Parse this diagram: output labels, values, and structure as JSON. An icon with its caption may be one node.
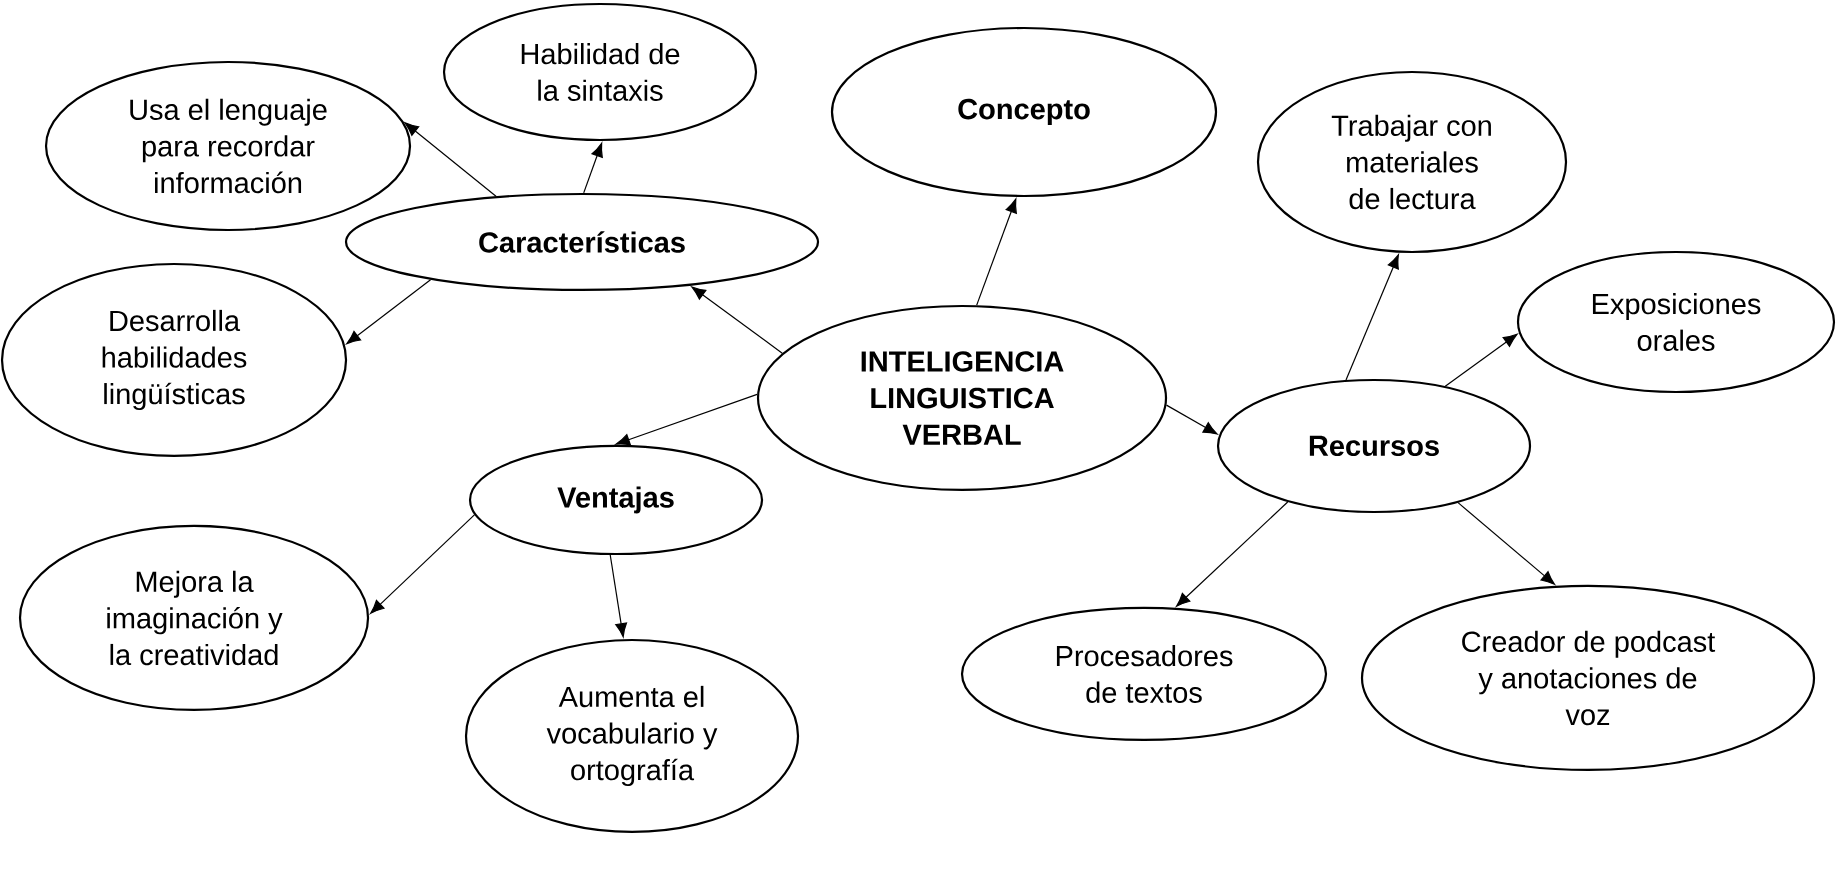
{
  "diagram": {
    "nodes": [
      {
        "text": [
          "INTELIGENCIA LINGUISTICA VERBAL"
        ]
      },
      {
        "text": [
          "Concepto"
        ]
      },
      {
        "text": [
          "Características"
        ]
      },
      {
        "text": [
          "Habilidad de la sintaxis"
        ]
      },
      {
        "text": [
          "Usa el lenguaje para recordar información"
        ]
      },
      {
        "text": [
          "Desarrolla habilidades lingüísticas"
        ]
      },
      {
        "text": [
          "Ventajas"
        ]
      },
      {
        "text": [
          "Mejora la imaginación y la creatividad"
        ]
      },
      {
        "text": [
          "Aumenta el vocabulario y ortografía"
        ]
      },
      {
        "text": [
          "Recursos"
        ]
      },
      {
        "text": [
          "Trabajar con materiales de lectura"
        ]
      },
      {
        "text": [
          "Exposiciones orales"
        ]
      },
      {
        "text": [
          "Procesadores de textos"
        ]
      },
      {
        "text": [
          "Creador de podcast y anotaciones de voz"
        ]
      }
    ],
    "edges": [
      {
        "from": 0,
        "to": 1,
        "arrow": "to"
      },
      {
        "from": 0,
        "to": 2,
        "arrow": "to"
      },
      {
        "from": 2,
        "to": 3,
        "arrow": "to"
      },
      {
        "from": 2,
        "to": 4,
        "arrow": "to"
      },
      {
        "from": 2,
        "to": 5,
        "arrow": "to"
      },
      {
        "from": 0,
        "to": 6,
        "arrow": "to"
      },
      {
        "from": 6,
        "to": 7,
        "arrow": "to"
      },
      {
        "from": 6,
        "to": 8,
        "arrow": "to"
      },
      {
        "from": 0,
        "to": 9,
        "arrow": "to"
      },
      {
        "from": 9,
        "to": 10,
        "arrow": "to"
      },
      {
        "from": 9,
        "to": 11,
        "arrow": "to"
      },
      {
        "from": 9,
        "to": 12,
        "arrow": "to"
      },
      {
        "from": 9,
        "to": 13,
        "arrow": "to"
      }
    ]
  }
}
